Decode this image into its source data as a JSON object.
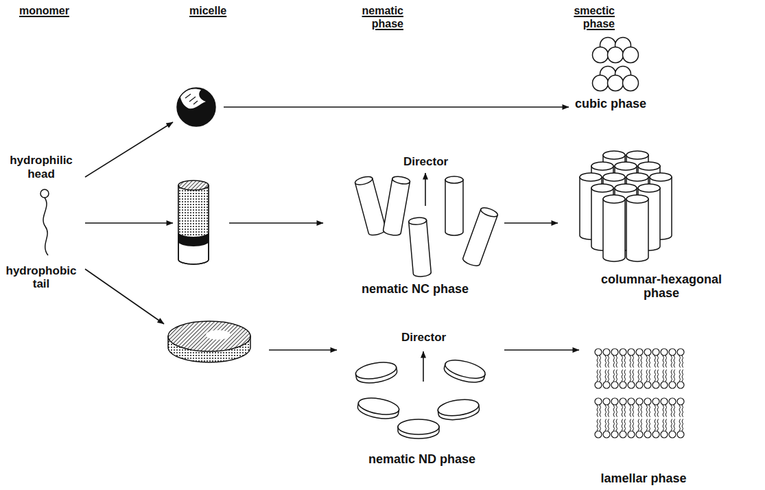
{
  "diagram": {
    "nodes": [
      {
        "text": [
          "hydrophilic head",
          "hydrophobic tail"
        ]
      },
      {
        "text": []
      },
      {
        "text": []
      },
      {
        "text": []
      },
      {
        "text": [
          "cubic phase"
        ]
      },
      {
        "text": [
          "Director",
          "nematic NC phase"
        ]
      },
      {
        "text": [
          "columnar-hexagonal phase"
        ]
      },
      {
        "text": [
          "Director",
          "nematic ND phase"
        ]
      },
      {
        "text": [
          "lamellar phase"
        ]
      }
    ],
    "edges": [
      {
        "from": 0,
        "to": 1,
        "arrow": "to"
      },
      {
        "from": 0,
        "to": 2,
        "arrow": "to"
      },
      {
        "from": 0,
        "to": 3,
        "arrow": "to"
      },
      {
        "from": 1,
        "to": 4,
        "arrow": "to"
      },
      {
        "from": 2,
        "to": 5,
        "arrow": "to"
      },
      {
        "from": 5,
        "to": 6,
        "arrow": "to"
      },
      {
        "from": 3,
        "to": 7,
        "arrow": "to"
      },
      {
        "from": 7,
        "to": 8,
        "arrow": "to"
      }
    ],
    "labels": [
      "monomer",
      "micelle",
      "nematic phase",
      "smectic phase"
    ]
  }
}
